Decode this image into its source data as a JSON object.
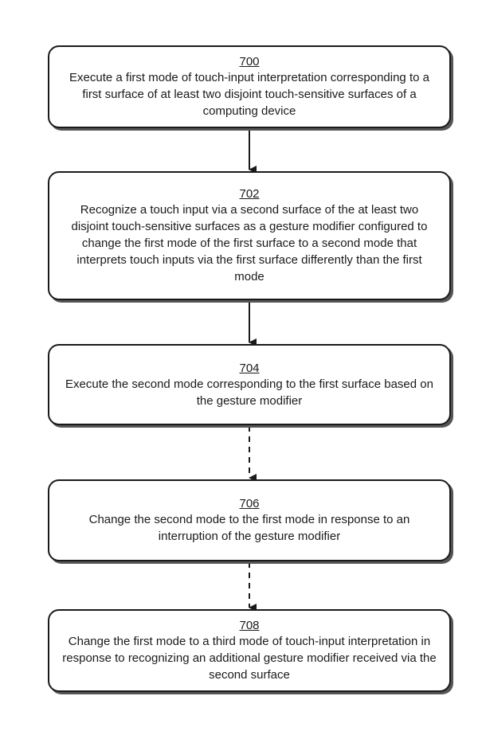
{
  "steps": [
    {
      "id": "700",
      "text": "Execute a first mode of touch-input interpretation corresponding to a first surface of at least two disjoint touch-sensitive surfaces of a computing device"
    },
    {
      "id": "702",
      "text": "Recognize a touch input via a second surface of the at least two disjoint touch-sensitive surfaces as a gesture modifier configured to change the first mode of the first surface to a second mode that interprets touch inputs via the first surface differently than the first mode"
    },
    {
      "id": "704",
      "text": "Execute the second mode corresponding to the first surface based on the gesture modifier"
    },
    {
      "id": "706",
      "text": "Change the second mode to the first mode in response to an interruption of the gesture modifier"
    },
    {
      "id": "708",
      "text": "Change the first mode to a third mode of touch-input interpretation in response to recognizing an additional gesture modifier received via the second surface"
    }
  ],
  "connectors": [
    {
      "from": "700",
      "to": "702",
      "style": "solid"
    },
    {
      "from": "702",
      "to": "704",
      "style": "solid"
    },
    {
      "from": "704",
      "to": "706",
      "style": "dashed"
    },
    {
      "from": "706",
      "to": "708",
      "style": "dashed"
    }
  ]
}
